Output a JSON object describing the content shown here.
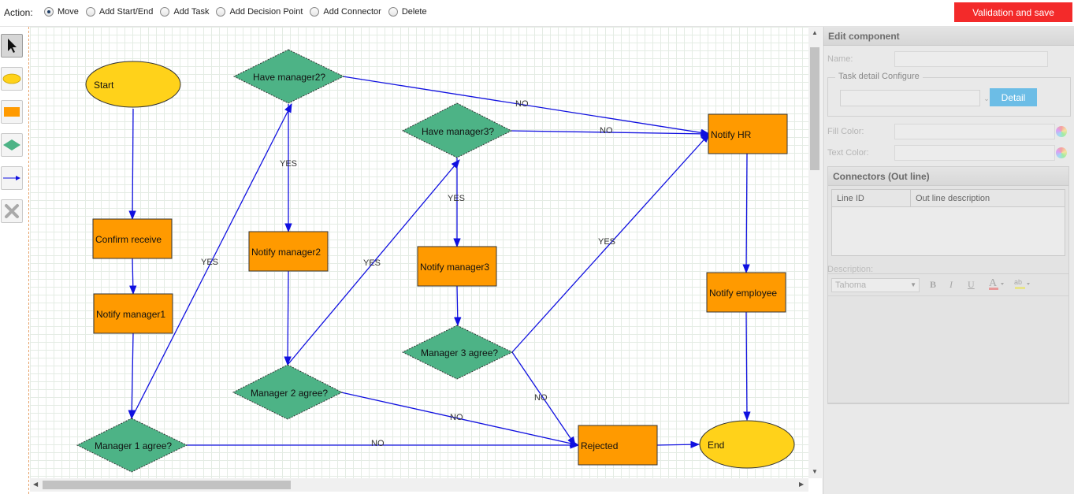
{
  "toolbar": {
    "action_label": "Action:",
    "modes": [
      {
        "label": "Move",
        "checked": true
      },
      {
        "label": "Add Start/End",
        "checked": false
      },
      {
        "label": "Add Task",
        "checked": false
      },
      {
        "label": "Add Decision Point",
        "checked": false
      },
      {
        "label": "Add Connector",
        "checked": false
      },
      {
        "label": "Delete",
        "checked": false
      }
    ],
    "save_label": "Validation and save"
  },
  "toolbox": {
    "tools": [
      {
        "name": "pointer-icon",
        "active": true
      },
      {
        "name": "ellipse-icon",
        "active": false
      },
      {
        "name": "rectangle-icon",
        "active": false
      },
      {
        "name": "diamond-icon",
        "active": false
      },
      {
        "name": "connector-arrow-icon",
        "active": false
      },
      {
        "name": "delete-x-icon",
        "active": false
      }
    ]
  },
  "diagram": {
    "nodes": {
      "start": "Start",
      "confirm_receive": "Confirm receive",
      "notify_manager1": "Notify manager1",
      "manager1_agree": "Manager 1 agree?",
      "have_manager2": "Have manager2?",
      "notify_manager2": "Notify manager2",
      "manager2_agree": "Manager 2 agree?",
      "have_manager3": "Have manager3?",
      "notify_manager3": "Notify manager3",
      "manager3_agree": "Manager 3 agree?",
      "notify_hr": "Notify HR",
      "notify_employee": "Notify employee",
      "rejected": "Rejected",
      "end": "End"
    },
    "edge_labels": {
      "yes": "YES",
      "no": "NO"
    },
    "colors": {
      "start_end_fill": "#ffd21a",
      "task_fill": "#ff9a00",
      "decision_fill": "#4db386",
      "connector": "#1010e0"
    }
  },
  "panel": {
    "title": "Edit component",
    "name_label": "Name:",
    "task_detail_legend": "Task detail Configure",
    "detail_button": "Detail",
    "fill_color_label": "Fill Color:",
    "text_color_label": "Text Color:",
    "connectors_title": "Connectors (Out line)",
    "columns": [
      "Line ID",
      "Out line description"
    ],
    "description_label": "Description:",
    "font_name": "Tahoma",
    "editor_buttons": [
      "B",
      "I",
      "U"
    ]
  }
}
